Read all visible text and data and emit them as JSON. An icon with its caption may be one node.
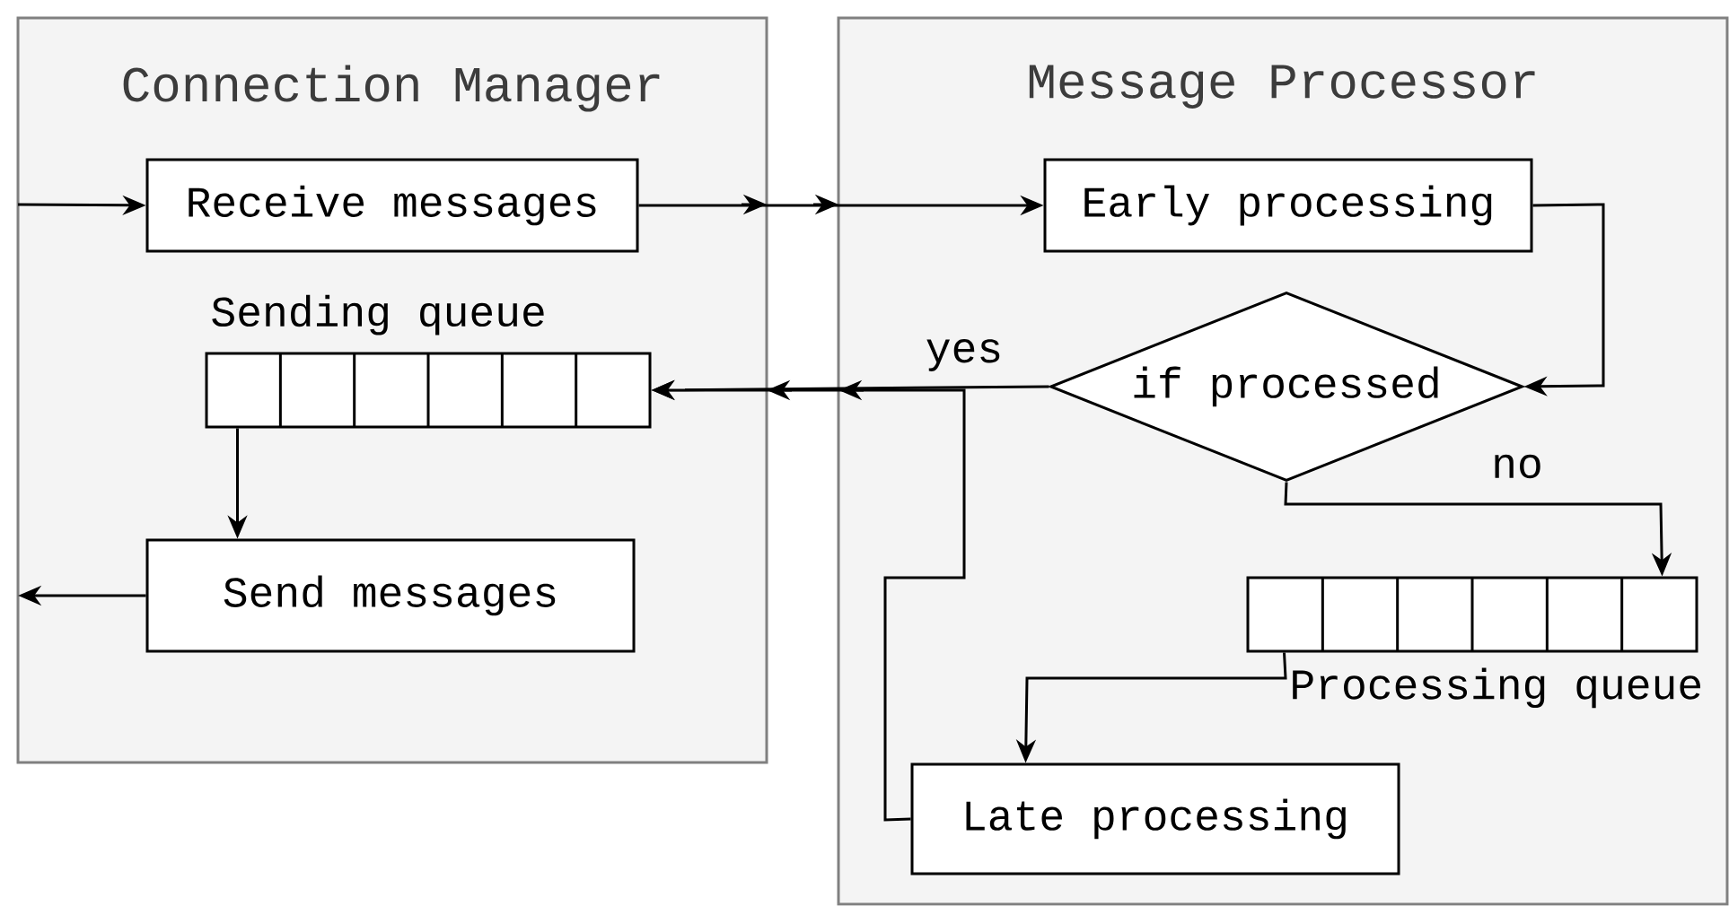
{
  "diagram": {
    "nodes": [
      {
        "text": [
          "Connection Manager"
        ]
      },
      {
        "text": [
          "Message Processor"
        ]
      },
      {
        "text": [
          "Receive messages"
        ],
        "in": 0
      },
      {
        "text": [
          "Sending queue"
        ],
        "in": 0
      },
      {
        "text": [
          "Send messages"
        ],
        "in": 0
      },
      {
        "text": [
          "Early processing"
        ],
        "in": 1
      },
      {
        "text": [
          "if processed"
        ],
        "in": 1
      },
      {
        "text": [
          "Processing queue"
        ],
        "in": 1
      },
      {
        "text": [
          "Late processing"
        ],
        "in": 1
      }
    ],
    "edges": [
      {
        "from": null,
        "to": 2,
        "arrow": "to"
      },
      {
        "from": 2,
        "to": 5,
        "arrow": "to"
      },
      {
        "from": 5,
        "to": 6,
        "arrow": "to"
      },
      {
        "from": 6,
        "to": 3,
        "arrow": "to",
        "label": "yes"
      },
      {
        "from": 8,
        "to": 3,
        "arrow": "to"
      },
      {
        "from": 6,
        "to": 7,
        "arrow": "to",
        "label": "no"
      },
      {
        "from": 7,
        "to": 8,
        "arrow": "to"
      },
      {
        "from": 3,
        "to": 4,
        "arrow": "to"
      },
      {
        "from": 4,
        "to": null,
        "arrow": "to"
      }
    ]
  }
}
